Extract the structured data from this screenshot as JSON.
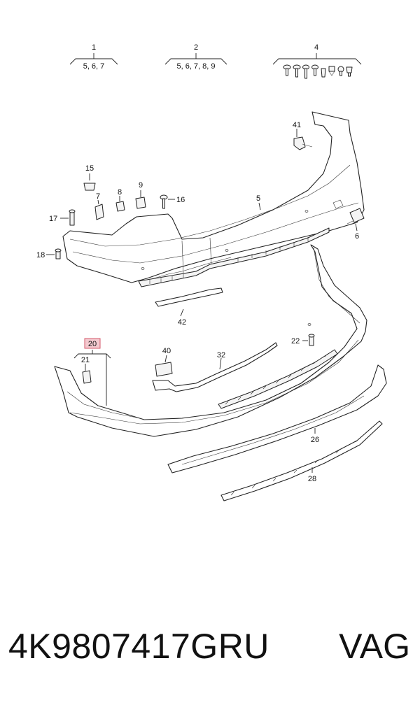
{
  "groups": [
    {
      "num": "1",
      "items": "5, 6, 7"
    },
    {
      "num": "2",
      "items": "5, 6, 7, 8, 9"
    },
    {
      "num": "4",
      "items": ""
    }
  ],
  "callouts": {
    "c41": "41",
    "c15": "15",
    "c7": "7",
    "c8": "8",
    "c9": "9",
    "c16": "16",
    "c5": "5",
    "c17": "17",
    "c6": "6",
    "c18": "18",
    "c42": "42",
    "c20": "20",
    "c21": "21",
    "c40": "40",
    "c32": "32",
    "c22": "22",
    "c26": "26",
    "c28": "28"
  },
  "highlight_color": "#f3c9cf",
  "footer": {
    "part_number": "4K9807417GRU",
    "brand": "VAG"
  }
}
